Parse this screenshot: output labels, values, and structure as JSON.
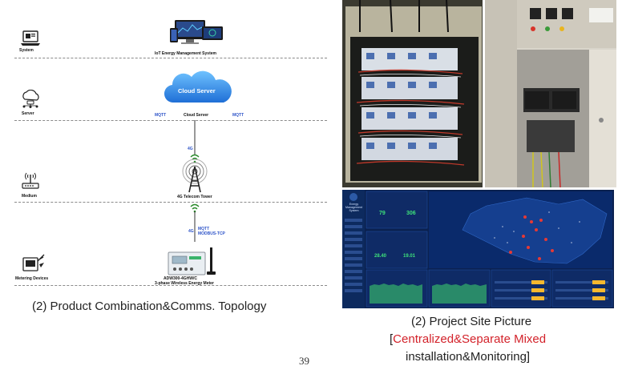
{
  "topology": {
    "levels": [
      {
        "label": "System",
        "node": "IoT Energy Management System"
      },
      {
        "label": "Server",
        "node": "Cloud Server"
      },
      {
        "label": "Medium",
        "node": "4G Telecom Tower"
      },
      {
        "label": "Metering Devices",
        "node": "ADW300-4GHW/C\n3-phase Wireless Energy Meter"
      }
    ],
    "cloud_text": "Cloud Server",
    "mqtt_left": "MQTT",
    "mqtt_right": "MQTT",
    "link_upper": "4G",
    "link_lower": "4G",
    "protocols": "MQTT\nMODBUS-TCP",
    "meter_name": "ADW300-4GHW/C",
    "meter_desc": "3-phase Wireless Energy Meter"
  },
  "caption_left": "(2) Product Combination&Comms. Topology",
  "caption_right": {
    "line1": "(2) Project Site Picture",
    "line2_open": "[",
    "line2_red": "Centralized&Separate Mixed",
    "line3": "installation&Monitoring]"
  },
  "page_number": "39",
  "dashboard": {
    "title": "Energy Management System",
    "stat1": "79",
    "stat2": "306",
    "stat3": "28.40",
    "stat4": "19.01"
  }
}
